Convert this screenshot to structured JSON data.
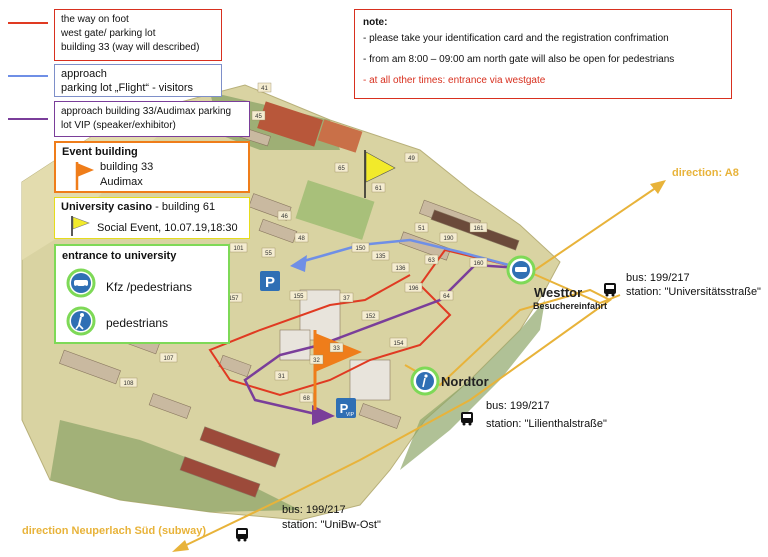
{
  "colors": {
    "foot_route": "#e03a22",
    "visitor_route": "#6f8fe6",
    "vip_route": "#7a3e9a",
    "event_flag": "#ef7d1a",
    "casino_flag": "#f2ea2a",
    "direction": "#e8b33a",
    "entrance_ring": "#7ed957",
    "entrance_fill": "#2f6fb4",
    "parking": "#2f6fb4"
  },
  "legend": {
    "foot": {
      "lines": [
        "the way on foot",
        "west gate/ parking lot",
        "building 33 (way will described)"
      ]
    },
    "visitors": {
      "lines": [
        "approach",
        "parking lot „Flight“ - visitors"
      ]
    },
    "vip": {
      "lines": [
        "approach building 33/Audimax parking",
        "lot VIP (speaker/exhibitor)"
      ]
    },
    "event": {
      "title": "Event building",
      "lines": [
        "building 33",
        "Audimax"
      ]
    },
    "casino": {
      "title": "University casino",
      "title_suffix": " - building 61",
      "detail": "Social Event, 10.07.19,18:30"
    },
    "entrance": {
      "title": "entrance to university",
      "kfz": "Kfz /pedestrians",
      "pedestrians": "pedestrians"
    }
  },
  "note": {
    "title": "note:",
    "items": [
      "- please take  your identification card and the registration confrimation",
      "- from am 8:00 – 09:00 am north gate will also be open for pedestrians",
      "- at all other times: entrance via westgate"
    ]
  },
  "map": {
    "westtor": "Westtor",
    "westtor_sub": "Besuchereinfahrt",
    "nordtor": "Nordtor",
    "direction_a8": "direction: A8",
    "direction_neuperlach": "direction Neuperlach Süd (subway)",
    "parking_letter": "P",
    "vip_label": "VIP",
    "bus_stops": [
      {
        "line": "bus: 199/217",
        "station": "station: \"Universitätsstraße\""
      },
      {
        "line": "bus: 199/217",
        "station": "station: \"Lilienthalstraße\""
      },
      {
        "line": "bus: 199/217",
        "station": "station: \"UniBw-Ost\""
      }
    ],
    "building_numbers": [
      "41",
      "45",
      "46",
      "48",
      "49",
      "51",
      "55",
      "61",
      "63",
      "64",
      "65",
      "68",
      "101",
      "107",
      "108",
      "135",
      "136",
      "150",
      "152",
      "154",
      "155",
      "157",
      "160",
      "161",
      "190",
      "196",
      "37",
      "33",
      "32",
      "31"
    ]
  }
}
